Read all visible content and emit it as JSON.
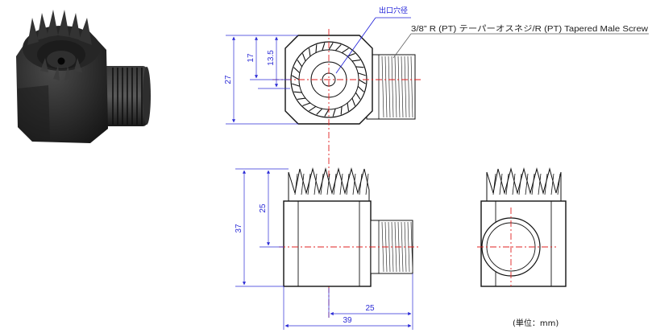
{
  "diagram": {
    "callouts": {
      "outlet_hole": "出口穴径",
      "thread": "3/8” R (PT) テーパーオスネジ/R (PT) Tapered Male Screw"
    },
    "dimensions": {
      "top_17": "17",
      "top_13_5": "13.5",
      "top_27": "27",
      "front_25": "25",
      "front_37": "37",
      "bottom_25": "25",
      "bottom_39": "39"
    },
    "unit_note": "(単位：mm)"
  },
  "colors": {
    "dimension": "#2b2bd6",
    "centerline": "#e02020",
    "outline": "#111111",
    "photo_body": "#2a2a2a"
  }
}
